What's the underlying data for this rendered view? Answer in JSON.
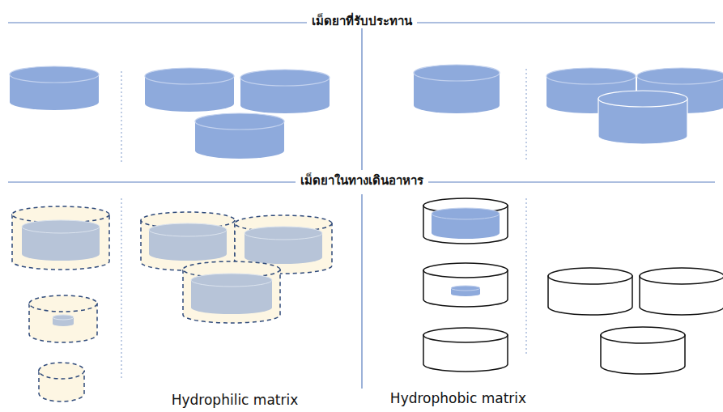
{
  "diagram": {
    "labels": [
      "เม็ดยาที่รับประทาน",
      "เม็ดยาในทางเดินอาหาร",
      "Hydrophilic matrix",
      "Hydrophobic matrix"
    ]
  }
}
